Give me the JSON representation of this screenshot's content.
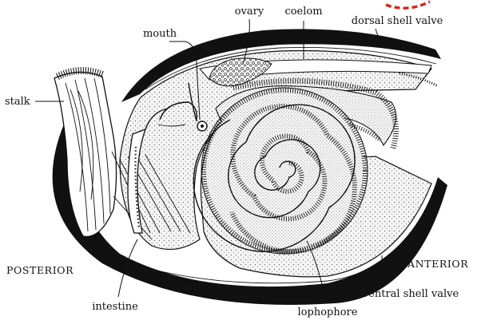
{
  "diagram": {
    "labels": {
      "mouth": "mouth",
      "ovary": "ovary",
      "coelom": "coelom",
      "dorsal_shell_valve": "dorsal shell valve",
      "stalk": "stalk",
      "posterior": "POSTERIOR",
      "anterior": "ANTERIOR",
      "intestine": "intestine",
      "lophophore": "lophophore",
      "ventral_shell_valve": "ventral shell valve"
    }
  },
  "colors": {
    "shell": "#111111",
    "ink": "#111111",
    "paper": "#ffffff",
    "stipple_fill": "#f1f1f1",
    "mark": "#d9231f"
  }
}
